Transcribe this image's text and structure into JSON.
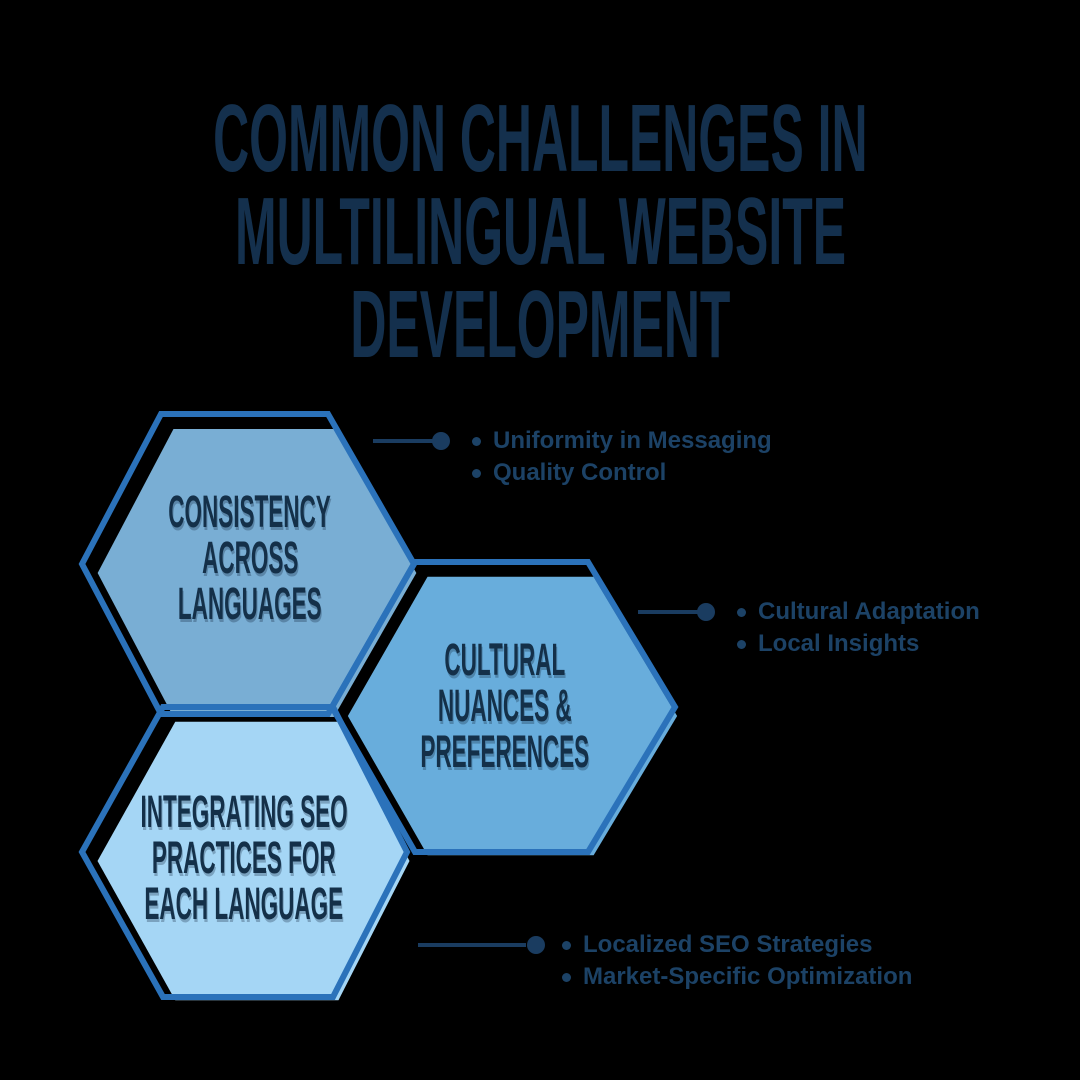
{
  "title": {
    "lines": [
      "COMMON CHALLENGES IN",
      "MULTILINGUAL WEBSITE",
      "DEVELOPMENT"
    ]
  },
  "hexagons": [
    {
      "id": "consistency-across-languages",
      "lines": [
        "CONSISTENCY",
        "ACROSS",
        "LANGUAGES"
      ],
      "fill": "#79aed4"
    },
    {
      "id": "cultural-nuances-preferences",
      "lines": [
        "CULTURAL",
        "NUANCES &",
        "PREFERENCES"
      ],
      "fill": "#68addc"
    },
    {
      "id": "integrating-seo-practices",
      "lines": [
        "INTEGRATING SEO",
        "PRACTICES FOR",
        "EACH LANGUAGE"
      ],
      "fill": "#a5d6f5"
    }
  ],
  "callouts": [
    {
      "items": [
        "Uniformity in Messaging",
        "Quality Control"
      ]
    },
    {
      "items": [
        "Cultural Adaptation",
        "Local Insights"
      ]
    },
    {
      "items": [
        "Localized SEO Strategies",
        "Market-Specific Optimization"
      ]
    }
  ],
  "colors": {
    "background": "#000000",
    "hex_outline": "#2b72ba",
    "title_text": "#14304d",
    "hex_label_text": "#143049",
    "callout_text": "#1c4266",
    "connector": "#1a3c60"
  }
}
